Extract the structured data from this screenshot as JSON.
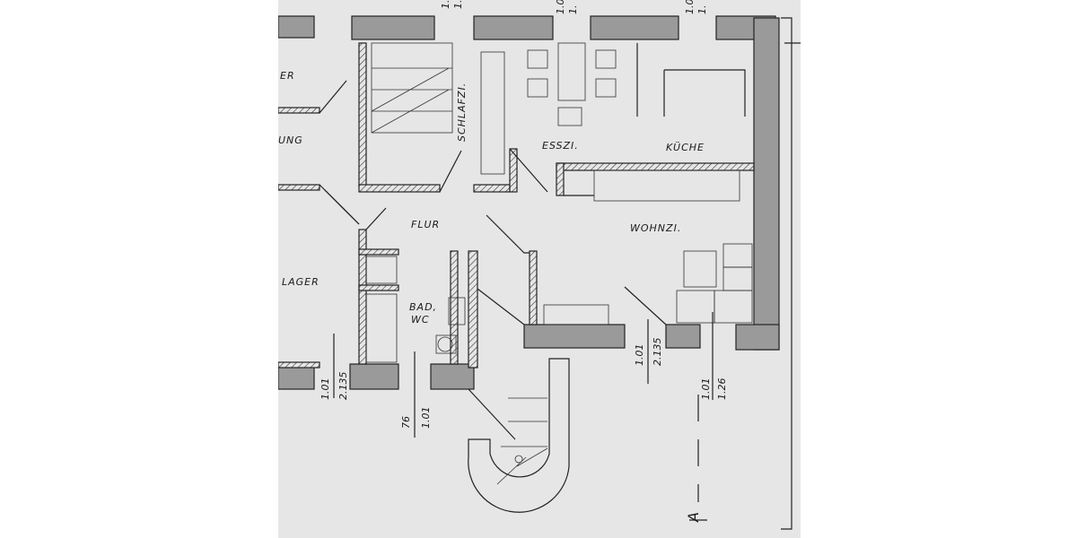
{
  "rooms": {
    "left_top": "ER",
    "left_mid": "UNG",
    "left_lager": "LAGER",
    "schlafzi": "SCHLAFZI.",
    "esszi": "ESSZI.",
    "kueche": "KÜCHE",
    "flur": "FLUR",
    "wohnzi": "WOHNZI.",
    "bad_line1": "BAD,",
    "bad_line2": "WC"
  },
  "dims": {
    "top1a": "1.0",
    "top1b": "1.",
    "top2a": "1.0",
    "top2b": "1.",
    "top3a": "1.0",
    "top3b": "1.",
    "left_a": "1.01",
    "left_b": "2.135",
    "bad_a": "76",
    "bad_b": "1.01",
    "wohn_a": "1.01",
    "wohn_b": "2.135",
    "right_a": "1.01",
    "right_b": "1.26"
  },
  "section_mark": "A"
}
